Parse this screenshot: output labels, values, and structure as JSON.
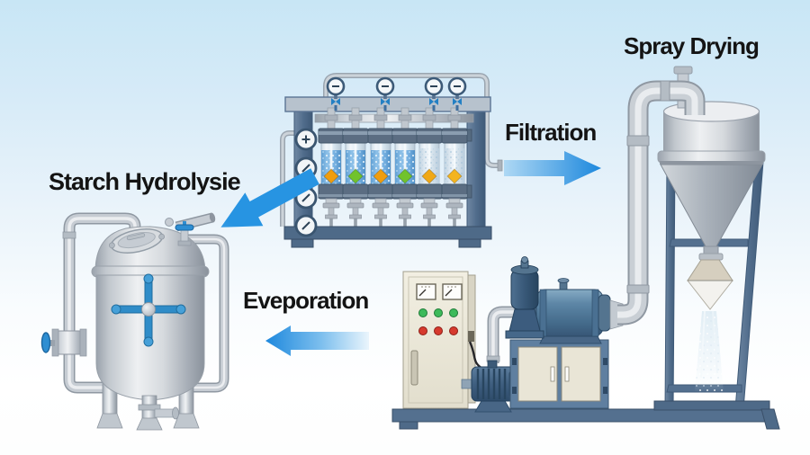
{
  "diagram": {
    "type": "process-flow-illustration",
    "labels": {
      "starch_hydrolysis": "Starch Hydrolysie",
      "filtration": "Filtration",
      "spray_drying": "Spray Drying",
      "evaporation": "Eveporation"
    },
    "flow_sequence": [
      "Starch Hydrolysie",
      "Filtration",
      "Spray Drying",
      "Eveporation"
    ],
    "equipment": [
      {
        "name": "hydrolysis-reactor-tank"
      },
      {
        "name": "filtration-skid",
        "filter_columns": 6,
        "side_gauges": 4,
        "top_gauges": 4
      },
      {
        "name": "pump-compressor-skid",
        "panel_buttons_green": 3,
        "panel_buttons_red": 3,
        "panel_meters": 2
      },
      {
        "name": "spray-dryer-cyclone"
      }
    ],
    "indicator_diamond_colors": [
      "#ef9d0e",
      "#71c32c",
      "#ef9d0e",
      "#71c32c",
      "#f0a816",
      "#f4b41e"
    ],
    "icons": {
      "top_gauge": "minus-gauge-icon",
      "side_gauge_first": "plus-gauge-icon",
      "side_gauge_rest": "needle-gauge-icon",
      "agitator": "blue-cross-agitator-icon",
      "valves": "blue-handle-valve-icon"
    },
    "colors": {
      "arrow_blue": "#2794e2",
      "steel_frame": "#54708f",
      "machine_blue": "#4a7092",
      "panel_cream": "#ebe7d8",
      "tank_silver": "#c6ccd2",
      "background_top": "#c8e6f5",
      "label_text": "#141414"
    }
  }
}
